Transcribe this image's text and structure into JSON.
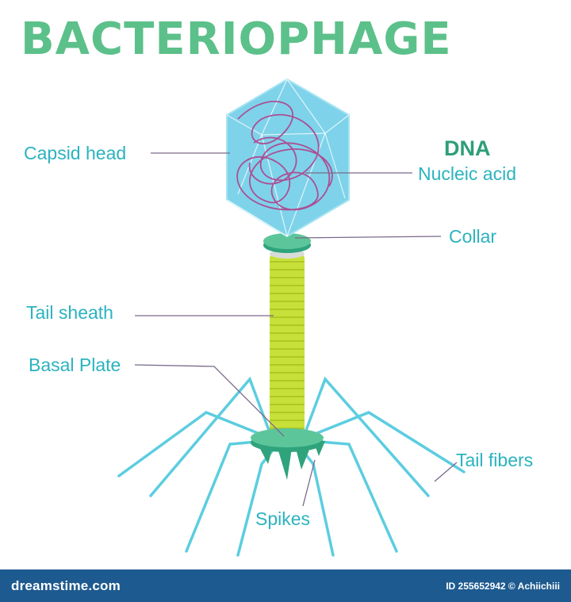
{
  "title": "BACTERIOPHAGE",
  "labels": {
    "capsid_head": "Capsid head",
    "dna": "DNA",
    "nucleic_acid": "Nucleic acid",
    "collar": "Collar",
    "tail_sheath": "Tail sheath",
    "basal_plate": "Basal Plate",
    "tail_fibers": "Tail fibers",
    "spikes": "Spikes"
  },
  "footer": {
    "brand": "dreamstime.com",
    "credit": "ID 255652942 © Achiichiii"
  },
  "colors": {
    "title": "#5cc08a",
    "label": "#2bb3bf",
    "capsid": "#7ed3ea",
    "dna_strand": "#b0408c",
    "collar": "#4ab88e",
    "tail": "#c8e03a",
    "fibers": "#5ccde0",
    "footer": "#1d5a8f"
  }
}
